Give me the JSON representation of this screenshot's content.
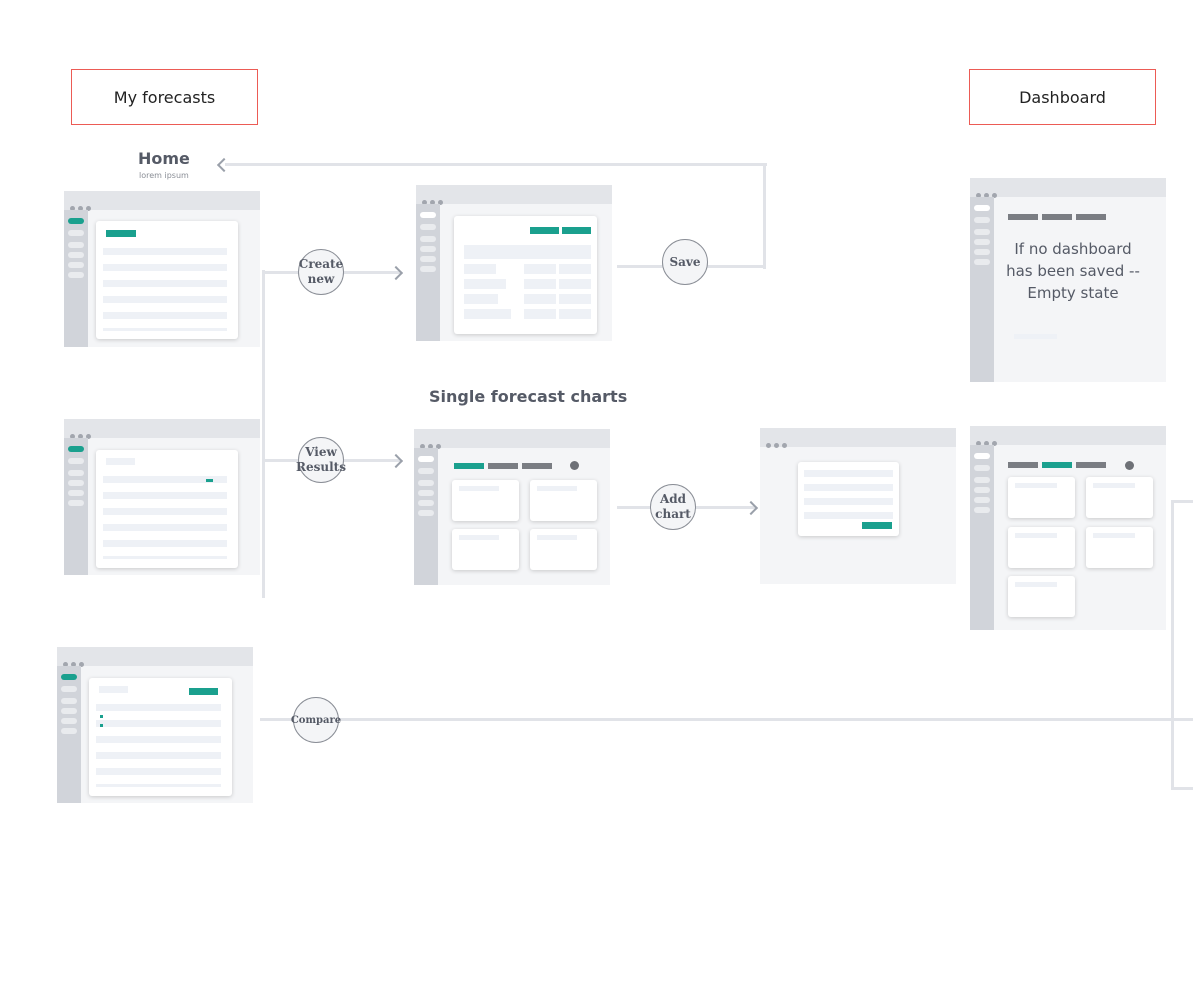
{
  "sections": {
    "my_forecasts": "My forecasts",
    "dashboard": "Dashboard"
  },
  "captions": {
    "home_title": "Home",
    "home_sub": "lorem ipsum",
    "single_forecast_charts": "Single forecast charts"
  },
  "nodes": {
    "create_new": [
      "Create",
      "new"
    ],
    "view_results": [
      "View",
      "Results"
    ],
    "save": "Save",
    "add_chart": [
      "Add",
      "chart"
    ],
    "compare": "Compare"
  },
  "dashboard_empty": {
    "message": "If no dashboard has been saved -- Empty state"
  },
  "colors": {
    "accent": "#1aa08e",
    "section_border": "#ec5b55",
    "connector": "#e1e3e8"
  }
}
